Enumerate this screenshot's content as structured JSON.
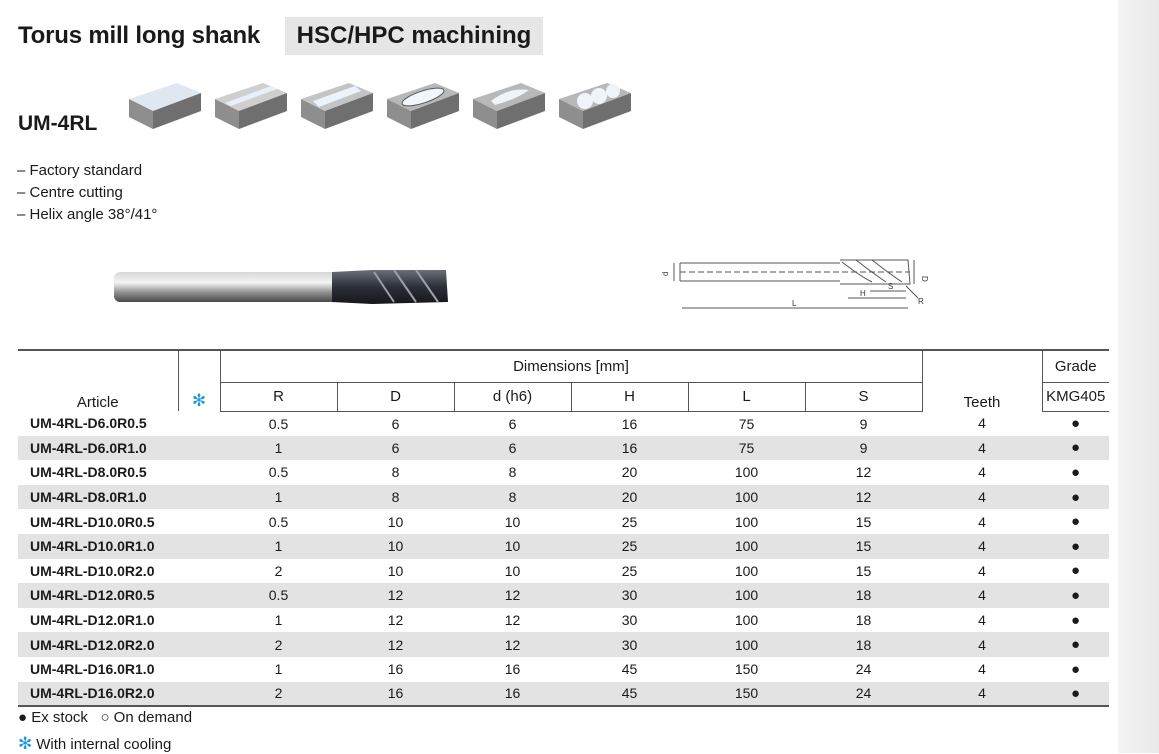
{
  "header": {
    "title": "Torus mill long shank",
    "badge": "HSC/HPC machining",
    "model": "UM-4RL"
  },
  "features": [
    "– Factory standard",
    "– Centre cutting",
    "– Helix angle 38°/41°"
  ],
  "operation_icons": [
    "face-milling-icon",
    "slot-milling-icon",
    "profile-milling-icon",
    "pocket-milling-icon",
    "ramping-icon",
    "plunge-milling-icon"
  ],
  "drawing_labels": {
    "d": "d",
    "D": "D",
    "H": "H",
    "S": "S",
    "L": "L",
    "R": "R"
  },
  "table": {
    "group_header": "Dimensions [mm]",
    "grade_header": "Grade",
    "article_header": "Article",
    "cooling_symbol": "✻",
    "teeth_header": "Teeth",
    "grade_name": "KMG405",
    "columns": [
      "R",
      "D",
      "d (h6)",
      "H",
      "L",
      "S"
    ],
    "rows": [
      {
        "article": "UM-4RL-D6.0R0.5",
        "R": "0.5",
        "D": "6",
        "d": "6",
        "H": "16",
        "L": "75",
        "S": "9",
        "teeth": "4",
        "grade": "●"
      },
      {
        "article": "UM-4RL-D6.0R1.0",
        "R": "1",
        "D": "6",
        "d": "6",
        "H": "16",
        "L": "75",
        "S": "9",
        "teeth": "4",
        "grade": "●"
      },
      {
        "article": "UM-4RL-D8.0R0.5",
        "R": "0.5",
        "D": "8",
        "d": "8",
        "H": "20",
        "L": "100",
        "S": "12",
        "teeth": "4",
        "grade": "●"
      },
      {
        "article": "UM-4RL-D8.0R1.0",
        "R": "1",
        "D": "8",
        "d": "8",
        "H": "20",
        "L": "100",
        "S": "12",
        "teeth": "4",
        "grade": "●"
      },
      {
        "article": "UM-4RL-D10.0R0.5",
        "R": "0.5",
        "D": "10",
        "d": "10",
        "H": "25",
        "L": "100",
        "S": "15",
        "teeth": "4",
        "grade": "●"
      },
      {
        "article": "UM-4RL-D10.0R1.0",
        "R": "1",
        "D": "10",
        "d": "10",
        "H": "25",
        "L": "100",
        "S": "15",
        "teeth": "4",
        "grade": "●"
      },
      {
        "article": "UM-4RL-D10.0R2.0",
        "R": "2",
        "D": "10",
        "d": "10",
        "H": "25",
        "L": "100",
        "S": "15",
        "teeth": "4",
        "grade": "●"
      },
      {
        "article": "UM-4RL-D12.0R0.5",
        "R": "0.5",
        "D": "12",
        "d": "12",
        "H": "30",
        "L": "100",
        "S": "18",
        "teeth": "4",
        "grade": "●"
      },
      {
        "article": "UM-4RL-D12.0R1.0",
        "R": "1",
        "D": "12",
        "d": "12",
        "H": "30",
        "L": "100",
        "S": "18",
        "teeth": "4",
        "grade": "●"
      },
      {
        "article": "UM-4RL-D12.0R2.0",
        "R": "2",
        "D": "12",
        "d": "12",
        "H": "30",
        "L": "100",
        "S": "18",
        "teeth": "4",
        "grade": "●"
      },
      {
        "article": "UM-4RL-D16.0R1.0",
        "R": "1",
        "D": "16",
        "d": "16",
        "H": "45",
        "L": "150",
        "S": "24",
        "teeth": "4",
        "grade": "●"
      },
      {
        "article": "UM-4RL-D16.0R2.0",
        "R": "2",
        "D": "16",
        "d": "16",
        "H": "45",
        "L": "150",
        "S": "24",
        "teeth": "4",
        "grade": "●"
      }
    ]
  },
  "legend": {
    "ex_stock": "● Ex stock",
    "on_demand": "○ On demand",
    "cooling_symbol": "✻",
    "cooling": "With internal cooling"
  },
  "colors": {
    "accent": "#1f9ad6",
    "row_stripe": "#e3e3e3",
    "badge_bg": "#e6e6e6"
  }
}
